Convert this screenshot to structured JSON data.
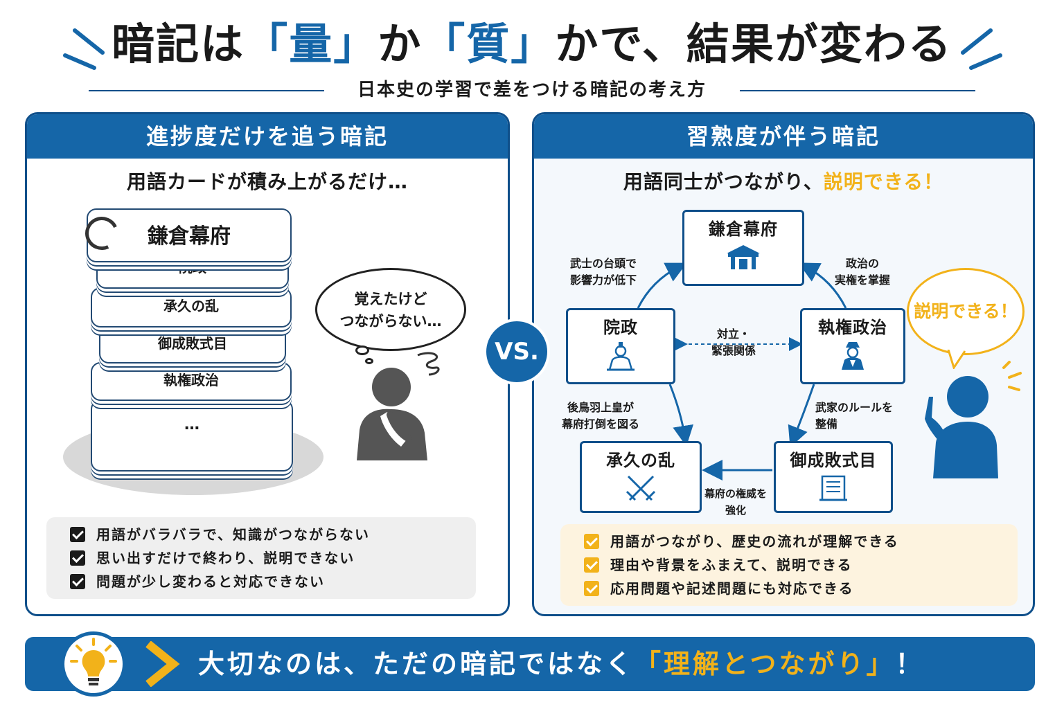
{
  "header": {
    "title_pre": "暗記は",
    "title_q1": "量",
    "title_mid": "か",
    "title_q2": "質",
    "title_post": "かで、結果が変わる",
    "subtitle": "日本史の学習で差をつける暗記の考え方"
  },
  "left_panel": {
    "heading": "進捗度だけを追う暗記",
    "lead": "用語カードが積み上がるだけ…",
    "cards": [
      "鎌倉幕府",
      "院政",
      "承久の乱",
      "御成敗式目",
      "執権政治",
      "…"
    ],
    "thought_line1": "覚えたけど",
    "thought_line2": "つながらない…",
    "checks": [
      "用語がバラバラで、知識がつながらない",
      "思い出すだけで終わり、説明できない",
      "問題が少し変わると対応できない"
    ]
  },
  "vs": "VS.",
  "right_panel": {
    "heading": "習熟度が伴う暗記",
    "lead_main": "用語同士がつながり、",
    "lead_highlight": "説明できる！",
    "nodes": {
      "kamakura": "鎌倉幕府",
      "insei": "院政",
      "shikken": "執権政治",
      "jokyu": "承久の乱",
      "goseibai": "御成敗式目"
    },
    "edges": {
      "insei_to_kamakura_1": "武士の台頭で",
      "insei_to_kamakura_2": "影響力が低下",
      "shikken_to_kamakura_1": "政治の",
      "shikken_to_kamakura_2": "実権を掌握",
      "insei_shikken_1": "対立・",
      "insei_shikken_2": "緊張関係",
      "insei_to_jokyu_1": "後鳥羽上皇が",
      "insei_to_jokyu_2": "幕府打倒を図る",
      "shikken_to_goseibai_1": "武家のルールを",
      "shikken_to_goseibai_2": "整備",
      "goseibai_to_jokyu_1": "幕府の権威を",
      "goseibai_to_jokyu_2": "強化"
    },
    "speech": "説明できる！",
    "checks": [
      "用語がつながり、歴史の流れが理解できる",
      "理由や背景をふまえて、説明できる",
      "応用問題や記述問題にも対応できる"
    ]
  },
  "bottom": {
    "msg_main": "大切なのは、ただの暗記ではなく",
    "msg_highlight": "「理解とつながり」",
    "msg_end": "！"
  },
  "colors": {
    "blue": "#1566a8",
    "navy": "#0f4f8a",
    "yellow": "#f2b21a"
  }
}
